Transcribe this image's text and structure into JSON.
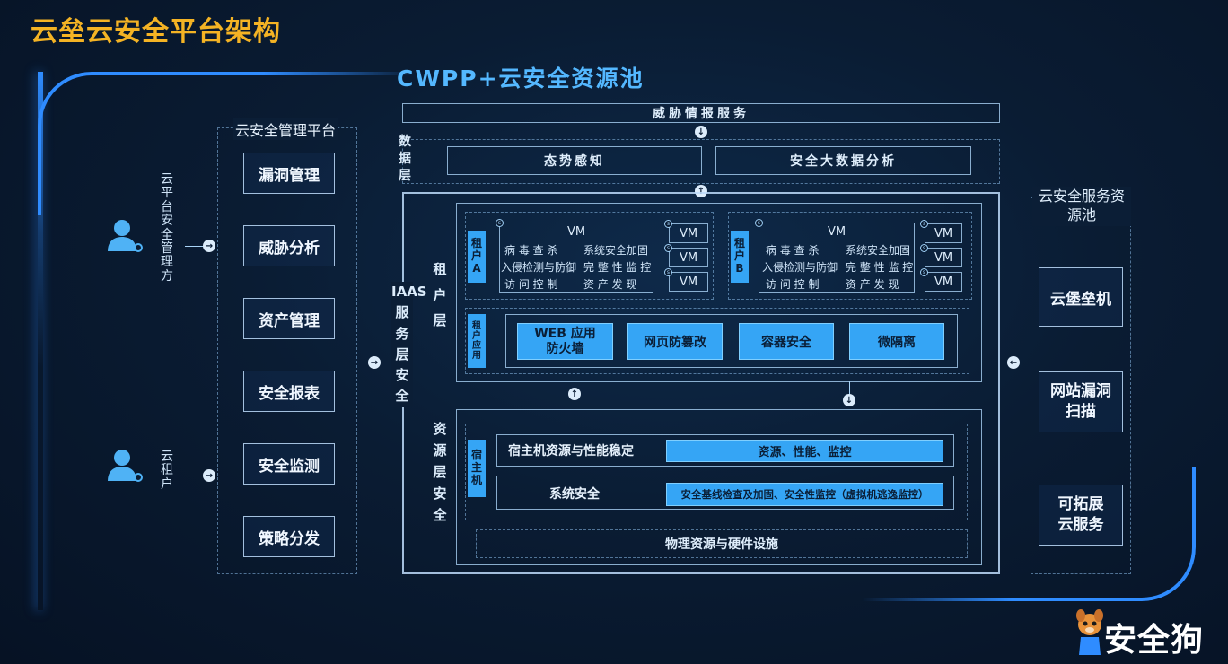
{
  "title": "云垒云安全平台架构",
  "cwpp_title": "CWPP+云安全资源池",
  "mgmt": {
    "title": "云安全管理平台",
    "items": [
      "漏洞管理",
      "威胁分析",
      "资产管理",
      "安全报表",
      "安全监测",
      "策略分发"
    ]
  },
  "users": {
    "cloud_platform_admin": "云平台安全管理方",
    "cloud_tenant": "云租户"
  },
  "threat_intel": "威胁情报服务",
  "data_layer": {
    "label": "数据层",
    "boxes": [
      "态势感知",
      "安全大数据分析"
    ]
  },
  "iaas_label": "IAAS服务层安全",
  "tenant_layer": {
    "label": "租户层",
    "tenant_a": {
      "label": "租户A",
      "vm": "VM",
      "features": [
        "病 毒 查 杀",
        "系统安全加固",
        "入侵检测与防御",
        "完 整 性 监 控",
        "访 问 控 制",
        "资 产 发 现"
      ],
      "vm_small": [
        "VM",
        "VM",
        "VM"
      ]
    },
    "tenant_b": {
      "label": "租户B",
      "vm": "VM",
      "features": [
        "病 毒 查 杀",
        "系统安全加固",
        "入侵检测与防御",
        "完 整 性 监 控",
        "访 问 控 制",
        "资 产 发 现"
      ],
      "vm_small": [
        "VM",
        "VM",
        "VM"
      ]
    },
    "tenant_apps": {
      "label": "租户应用",
      "items": [
        "WEB 应用\n防火墙",
        "网页防篡改",
        "容器安全",
        "微隔离"
      ]
    }
  },
  "resource_layer": {
    "label": "资源层安全",
    "host": {
      "label": "宿主机",
      "rows": [
        {
          "name": "宿主机资源与性能稳定",
          "value": "资源、性能、监控"
        },
        {
          "name": "系统安全",
          "value": "安全基线检查及加固、安全性监控（虚拟机逃逸监控）"
        }
      ]
    },
    "physical": "物理资源与硬件设施"
  },
  "service_pool": {
    "title": "云安全服务资源池",
    "items": [
      "云堡垒机",
      "网站漏洞\n扫描",
      "可拓展\n云服务"
    ]
  },
  "logo": "安全狗",
  "icons": [
    "person-icon",
    "arrow-right-icon",
    "arrow-left-icon",
    "arrow-up-icon",
    "arrow-down-icon",
    "dog-mascot-icon"
  ],
  "colors": {
    "title": "#f4b324",
    "accent": "#35a5f5",
    "glow": "#2f8cff",
    "bg": "#0a1c33"
  }
}
